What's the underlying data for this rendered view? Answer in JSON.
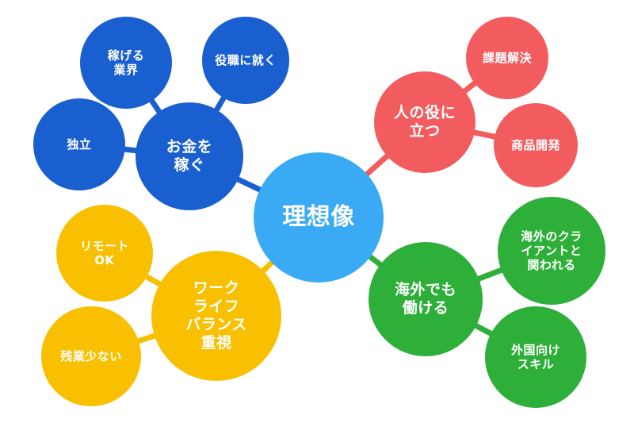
{
  "colors": {
    "center": "#3aaaf5",
    "blue": "#1a5fd0",
    "red": "#f25c5f",
    "green": "#2eaf3a",
    "yellow": "#f8c000",
    "background": "#ffffff",
    "text": "#ffffff"
  },
  "mindmap": {
    "center": {
      "label": "理想像"
    },
    "branches": [
      {
        "label": "お金を\n稼ぐ",
        "color": "blue",
        "children": [
          {
            "label": "稼げる\n業界"
          },
          {
            "label": "役職に就く"
          },
          {
            "label": "独立"
          }
        ]
      },
      {
        "label": "人の役に\n立つ",
        "color": "red",
        "children": [
          {
            "label": "課題解決"
          },
          {
            "label": "商品開発"
          }
        ]
      },
      {
        "label": "海外でも\n働ける",
        "color": "green",
        "children": [
          {
            "label": "海外のクラ\nイアントと\n関われる"
          },
          {
            "label": "外国向け\nスキル"
          }
        ]
      },
      {
        "label": "ワーク\nライフ\nバランス\n重視",
        "color": "yellow",
        "children": [
          {
            "label": "リモート\nOK"
          },
          {
            "label": "残業少ない"
          }
        ]
      }
    ]
  }
}
